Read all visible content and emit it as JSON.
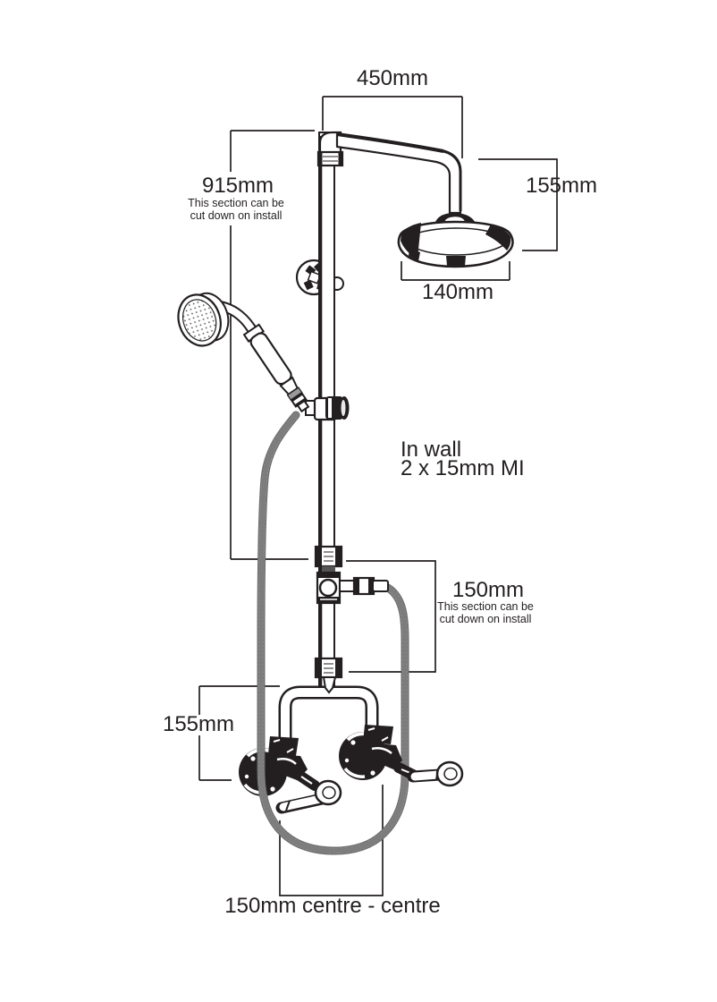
{
  "colors": {
    "ink": "#231f20",
    "hose_gray": "#6f6f6f",
    "background": "#ffffff"
  },
  "dimensions": {
    "top_width": "450mm",
    "riser_height": "915mm",
    "riser_note_line1": "This section can be",
    "riser_note_line2": "cut down on install",
    "head_drop": "155mm",
    "head_width": "140mm",
    "mid_section": "150mm",
    "mid_note_line1": "This section can be",
    "mid_note_line2": "cut down on install",
    "valve_drop": "155mm",
    "centres": "150mm centre - centre"
  },
  "annotations": {
    "in_wall_line1": "In wall",
    "in_wall_line2": "2 x 15mm MI"
  }
}
